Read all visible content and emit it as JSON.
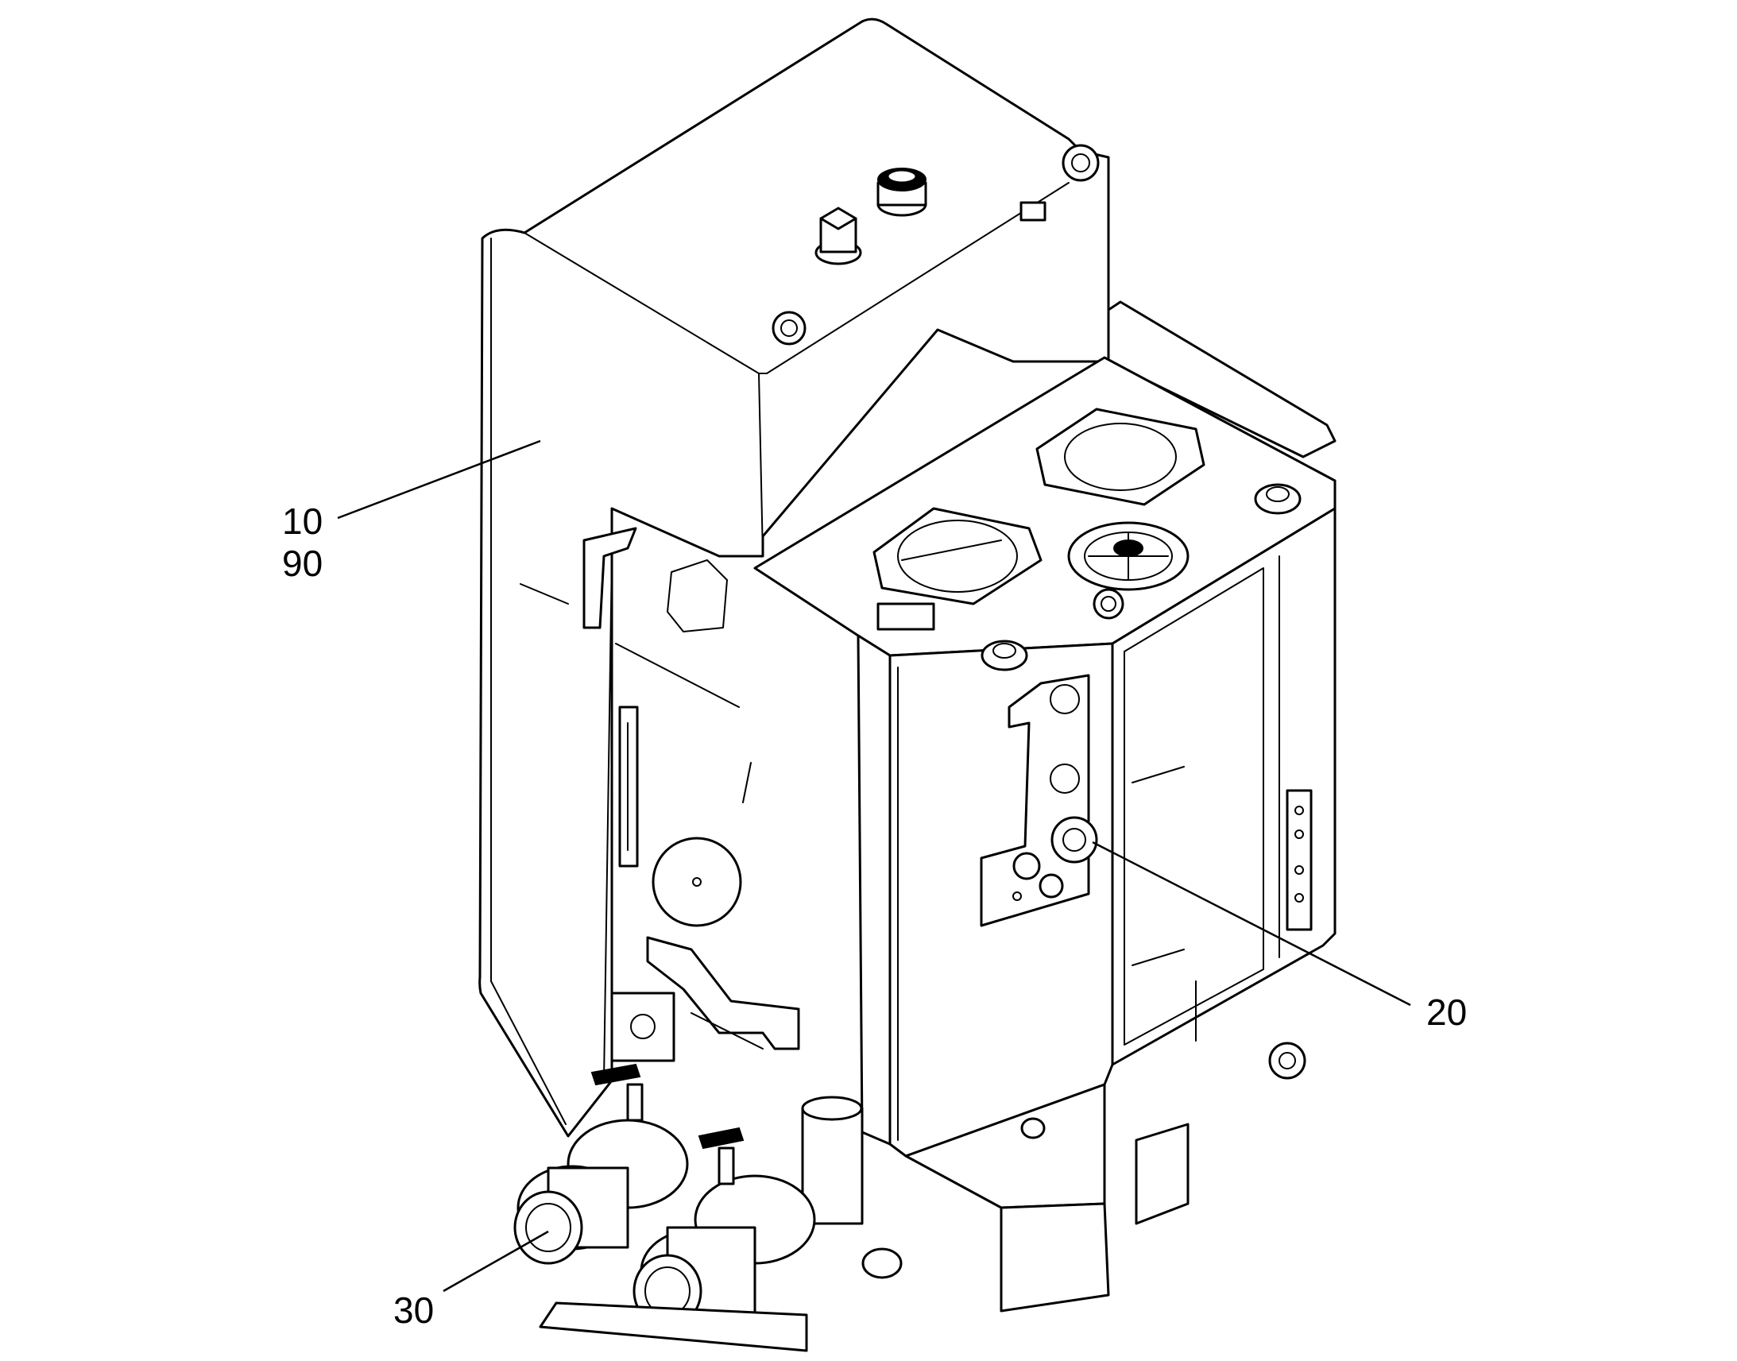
{
  "diagram": {
    "callouts": [
      {
        "id": "c10",
        "label": "10"
      },
      {
        "id": "c90",
        "label": "90"
      },
      {
        "id": "c20",
        "label": "20"
      },
      {
        "id": "c30",
        "label": "30"
      }
    ]
  }
}
